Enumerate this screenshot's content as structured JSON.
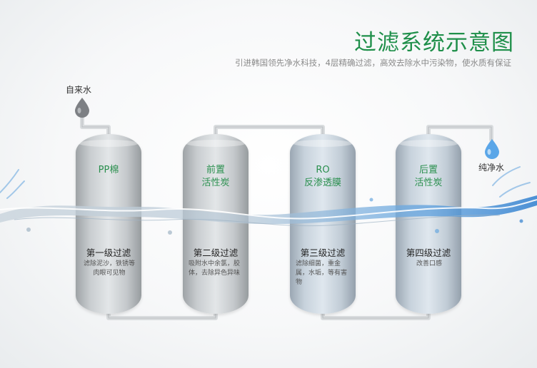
{
  "header": {
    "title": "过滤系统示意图",
    "subtitle": "引进韩国领先净水科技，4层精确过滤，高效去除水中污染物，使水质有保证"
  },
  "flow": {
    "source_label": "自来水",
    "output_label": "纯净水"
  },
  "stages": [
    {
      "name": "PP棉",
      "stage": "第一级过滤",
      "desc": "滤除泥沙，铁锈等肉眼可见物"
    },
    {
      "name": "前置\n活性炭",
      "stage": "第二级过滤",
      "desc": "吸附水中余氯，胶体，去除异色异味"
    },
    {
      "name": "RO\n反渗透膜",
      "stage": "第三级过滤",
      "desc": "滤除细菌，重金属，水垢，等有害物"
    },
    {
      "name": "后置\n活性炭",
      "stage": "第四级过滤",
      "desc": "改善口感"
    }
  ],
  "colors": {
    "accent": "#1f8f4a",
    "water": "#3a8fd6",
    "drop_grey": "#7d8084",
    "drop_blue": "#5aa6e8"
  },
  "icons": {
    "source": "water-drop-icon",
    "output": "water-drop-icon"
  }
}
